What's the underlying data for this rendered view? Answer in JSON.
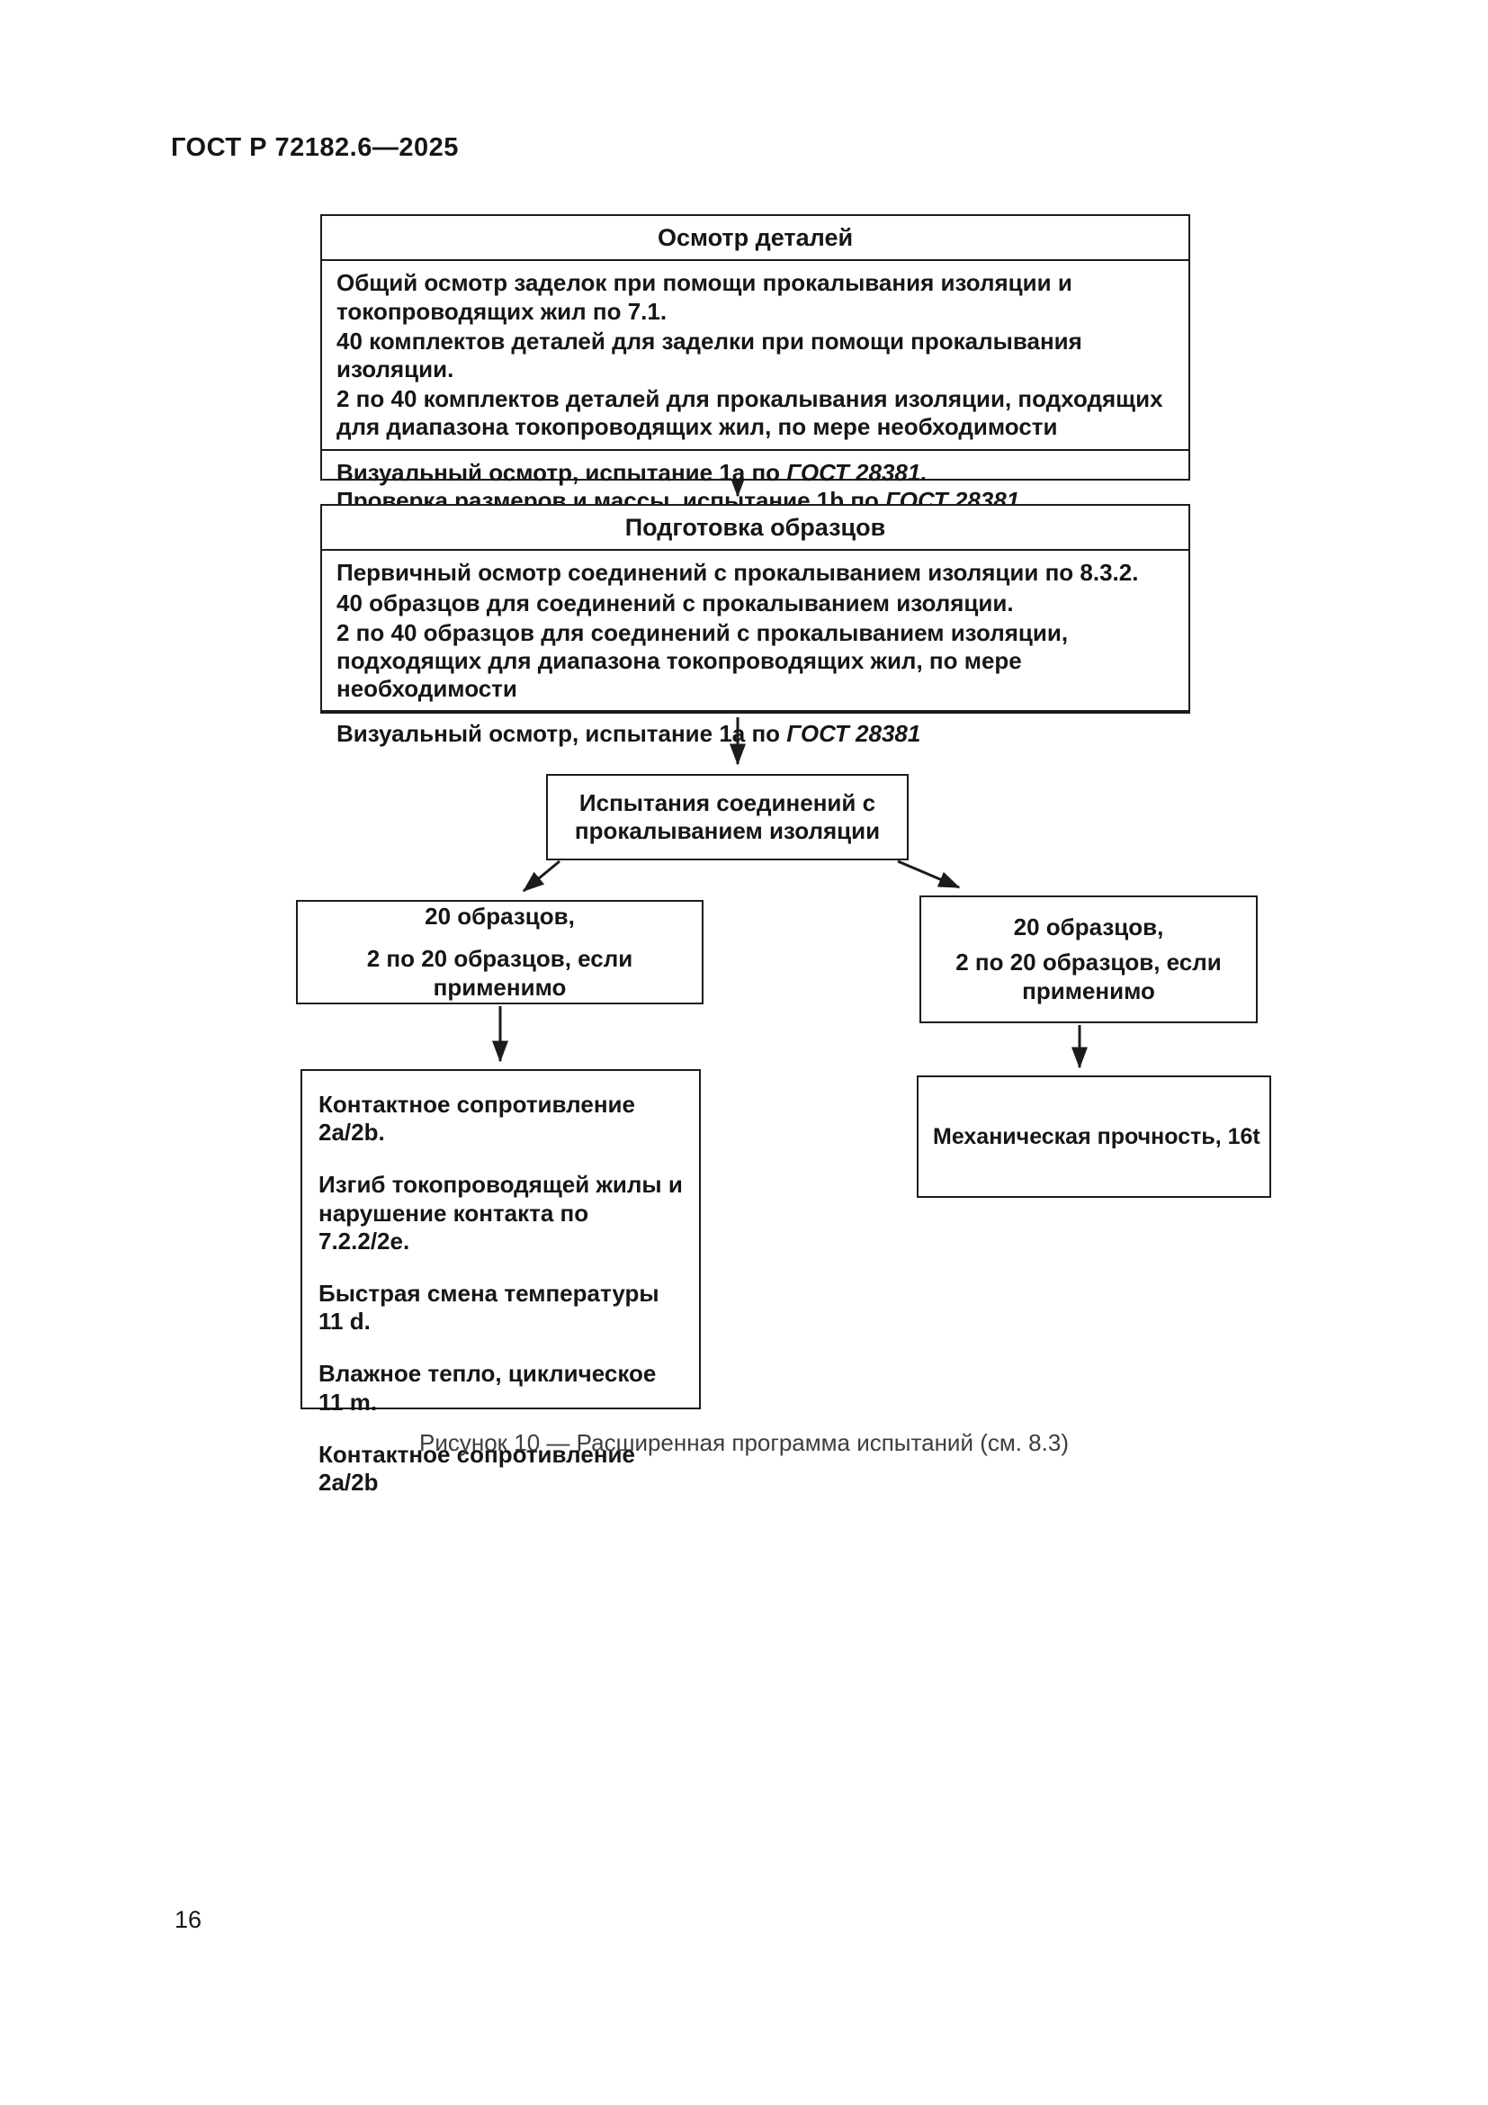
{
  "page": {
    "header": "ГОСТ Р 72182.6—2025",
    "page_number": "16",
    "caption": "Рисунок 10 — Расширенная программа испытаний (см. 8.3)"
  },
  "flowchart": {
    "inspection_box": {
      "title": "Осмотр деталей",
      "body": [
        "Общий осмотр заделок при помощи прокалывания изоляции и токопроводящих жил по 7.1.",
        "40 комплектов деталей для заделки при помощи прокалывания изоляции.",
        "2 по 40 комплектов деталей для прокалывания изоляции, подходящих для диапазона токопроводящих жил, по мере необходимости"
      ],
      "tests": [
        {
          "pre": "Визуальный осмотр, испытание 1a по ",
          "ref": "ГОСТ 28381."
        },
        {
          "pre": "Проверка размеров и массы, испытание 1b по ",
          "ref": "ГОСТ 28381"
        }
      ]
    },
    "preparation_box": {
      "title": "Подготовка образцов",
      "body": [
        "Первичный осмотр соединений с прокалыванием изоляции по 8.3.2.",
        "40 образцов для соединений с прокалыванием изоляции.",
        "2 по 40 образцов для соединений с прокалыванием изоляции, подходящих для диапазона токопроводящих жил, по мере необходимости"
      ],
      "tests": [
        {
          "pre": "Визуальный осмотр, испытание 1a по ",
          "ref": "ГОСТ 28381"
        }
      ]
    },
    "connection_tests_box": {
      "lines": [
        "Испытания соединений с",
        "прокалыванием изоляции"
      ]
    },
    "left_samples_box": {
      "lines": [
        "20 образцов,",
        "2 по 20 образцов, если применимо"
      ]
    },
    "right_samples_box": {
      "lines": [
        "20 образцов,",
        "2 по 20 образцов, если",
        "применимо"
      ]
    },
    "left_test_sequence_box": {
      "items": [
        "Контактное сопротивление 2a/2b.",
        "Изгиб токопроводящей жилы и нарушение контакта по 7.2.2/2e.",
        "Быстрая смена температуры 11 d.",
        "Влажное тепло, циклическое 11 m.",
        "Контактное сопротивление 2a/2b"
      ]
    },
    "mechanical_strength_box": {
      "text": "Механическая прочность, 16t"
    }
  }
}
